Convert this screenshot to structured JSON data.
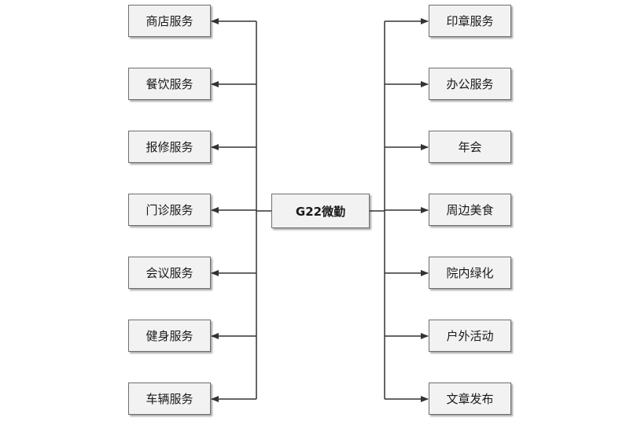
{
  "center": {
    "label": "G22微勤"
  },
  "left_services": [
    "商店服务",
    "餐饮服务",
    "报修服务",
    "门诊服务",
    "会议服务",
    "健身服务",
    "车辆服务"
  ],
  "right_services": [
    "印章服务",
    "办公服务",
    "年会",
    "周边美食",
    "院内绿化",
    "户外活动",
    "文章发布"
  ],
  "colors": {
    "box_fill": "#f2f2f2",
    "box_border": "#6e6e6e",
    "connector": "#333333"
  }
}
